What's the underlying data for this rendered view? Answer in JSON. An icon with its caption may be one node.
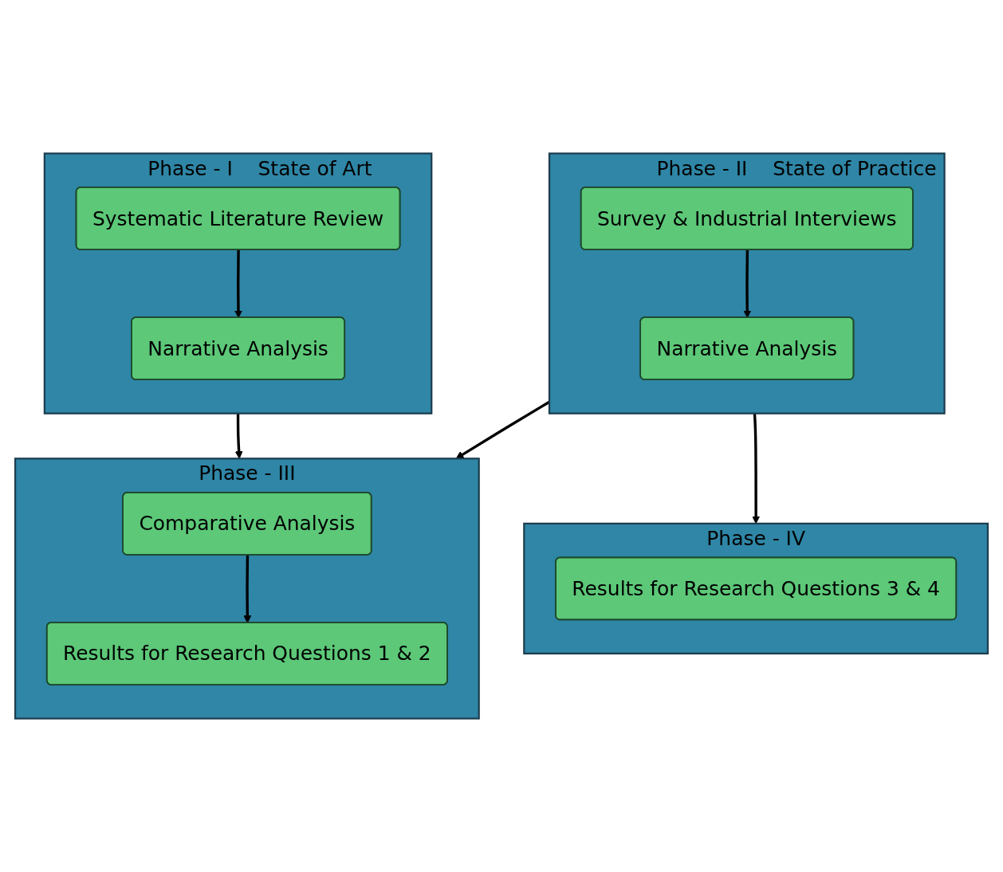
{
  "diagram": {
    "nodes": [
      {
        "text": [
          "Phase - I",
          "State of Art"
        ]
      },
      {
        "text": [
          "Systematic Literature Review"
        ],
        "in": 0
      },
      {
        "text": [
          "Narrative Analysis"
        ],
        "in": 0
      },
      {
        "text": [
          "Phase - II",
          "State of Practice"
        ]
      },
      {
        "text": [
          "Survey & Industrial Interviews"
        ],
        "in": 3
      },
      {
        "text": [
          "Narrative Analysis"
        ],
        "in": 3
      },
      {
        "text": [
          "Phase - III"
        ]
      },
      {
        "text": [
          "Comparative Analysis"
        ],
        "in": 6
      },
      {
        "text": [
          "Results for Research Questions 1 & 2"
        ],
        "in": 6
      },
      {
        "text": [
          "Phase - IV"
        ]
      },
      {
        "text": [
          "Results for Research Questions 3 & 4"
        ],
        "in": 9
      }
    ],
    "edges": [
      {
        "from": 1,
        "to": 2,
        "arrow": "to"
      },
      {
        "from": 4,
        "to": 5,
        "arrow": "to"
      },
      {
        "from": 0,
        "to": 6,
        "arrow": "to"
      },
      {
        "from": 3,
        "to": 6,
        "arrow": "to"
      },
      {
        "from": 3,
        "to": 9,
        "arrow": "to"
      },
      {
        "from": 7,
        "to": 8,
        "arrow": "to"
      }
    ]
  }
}
